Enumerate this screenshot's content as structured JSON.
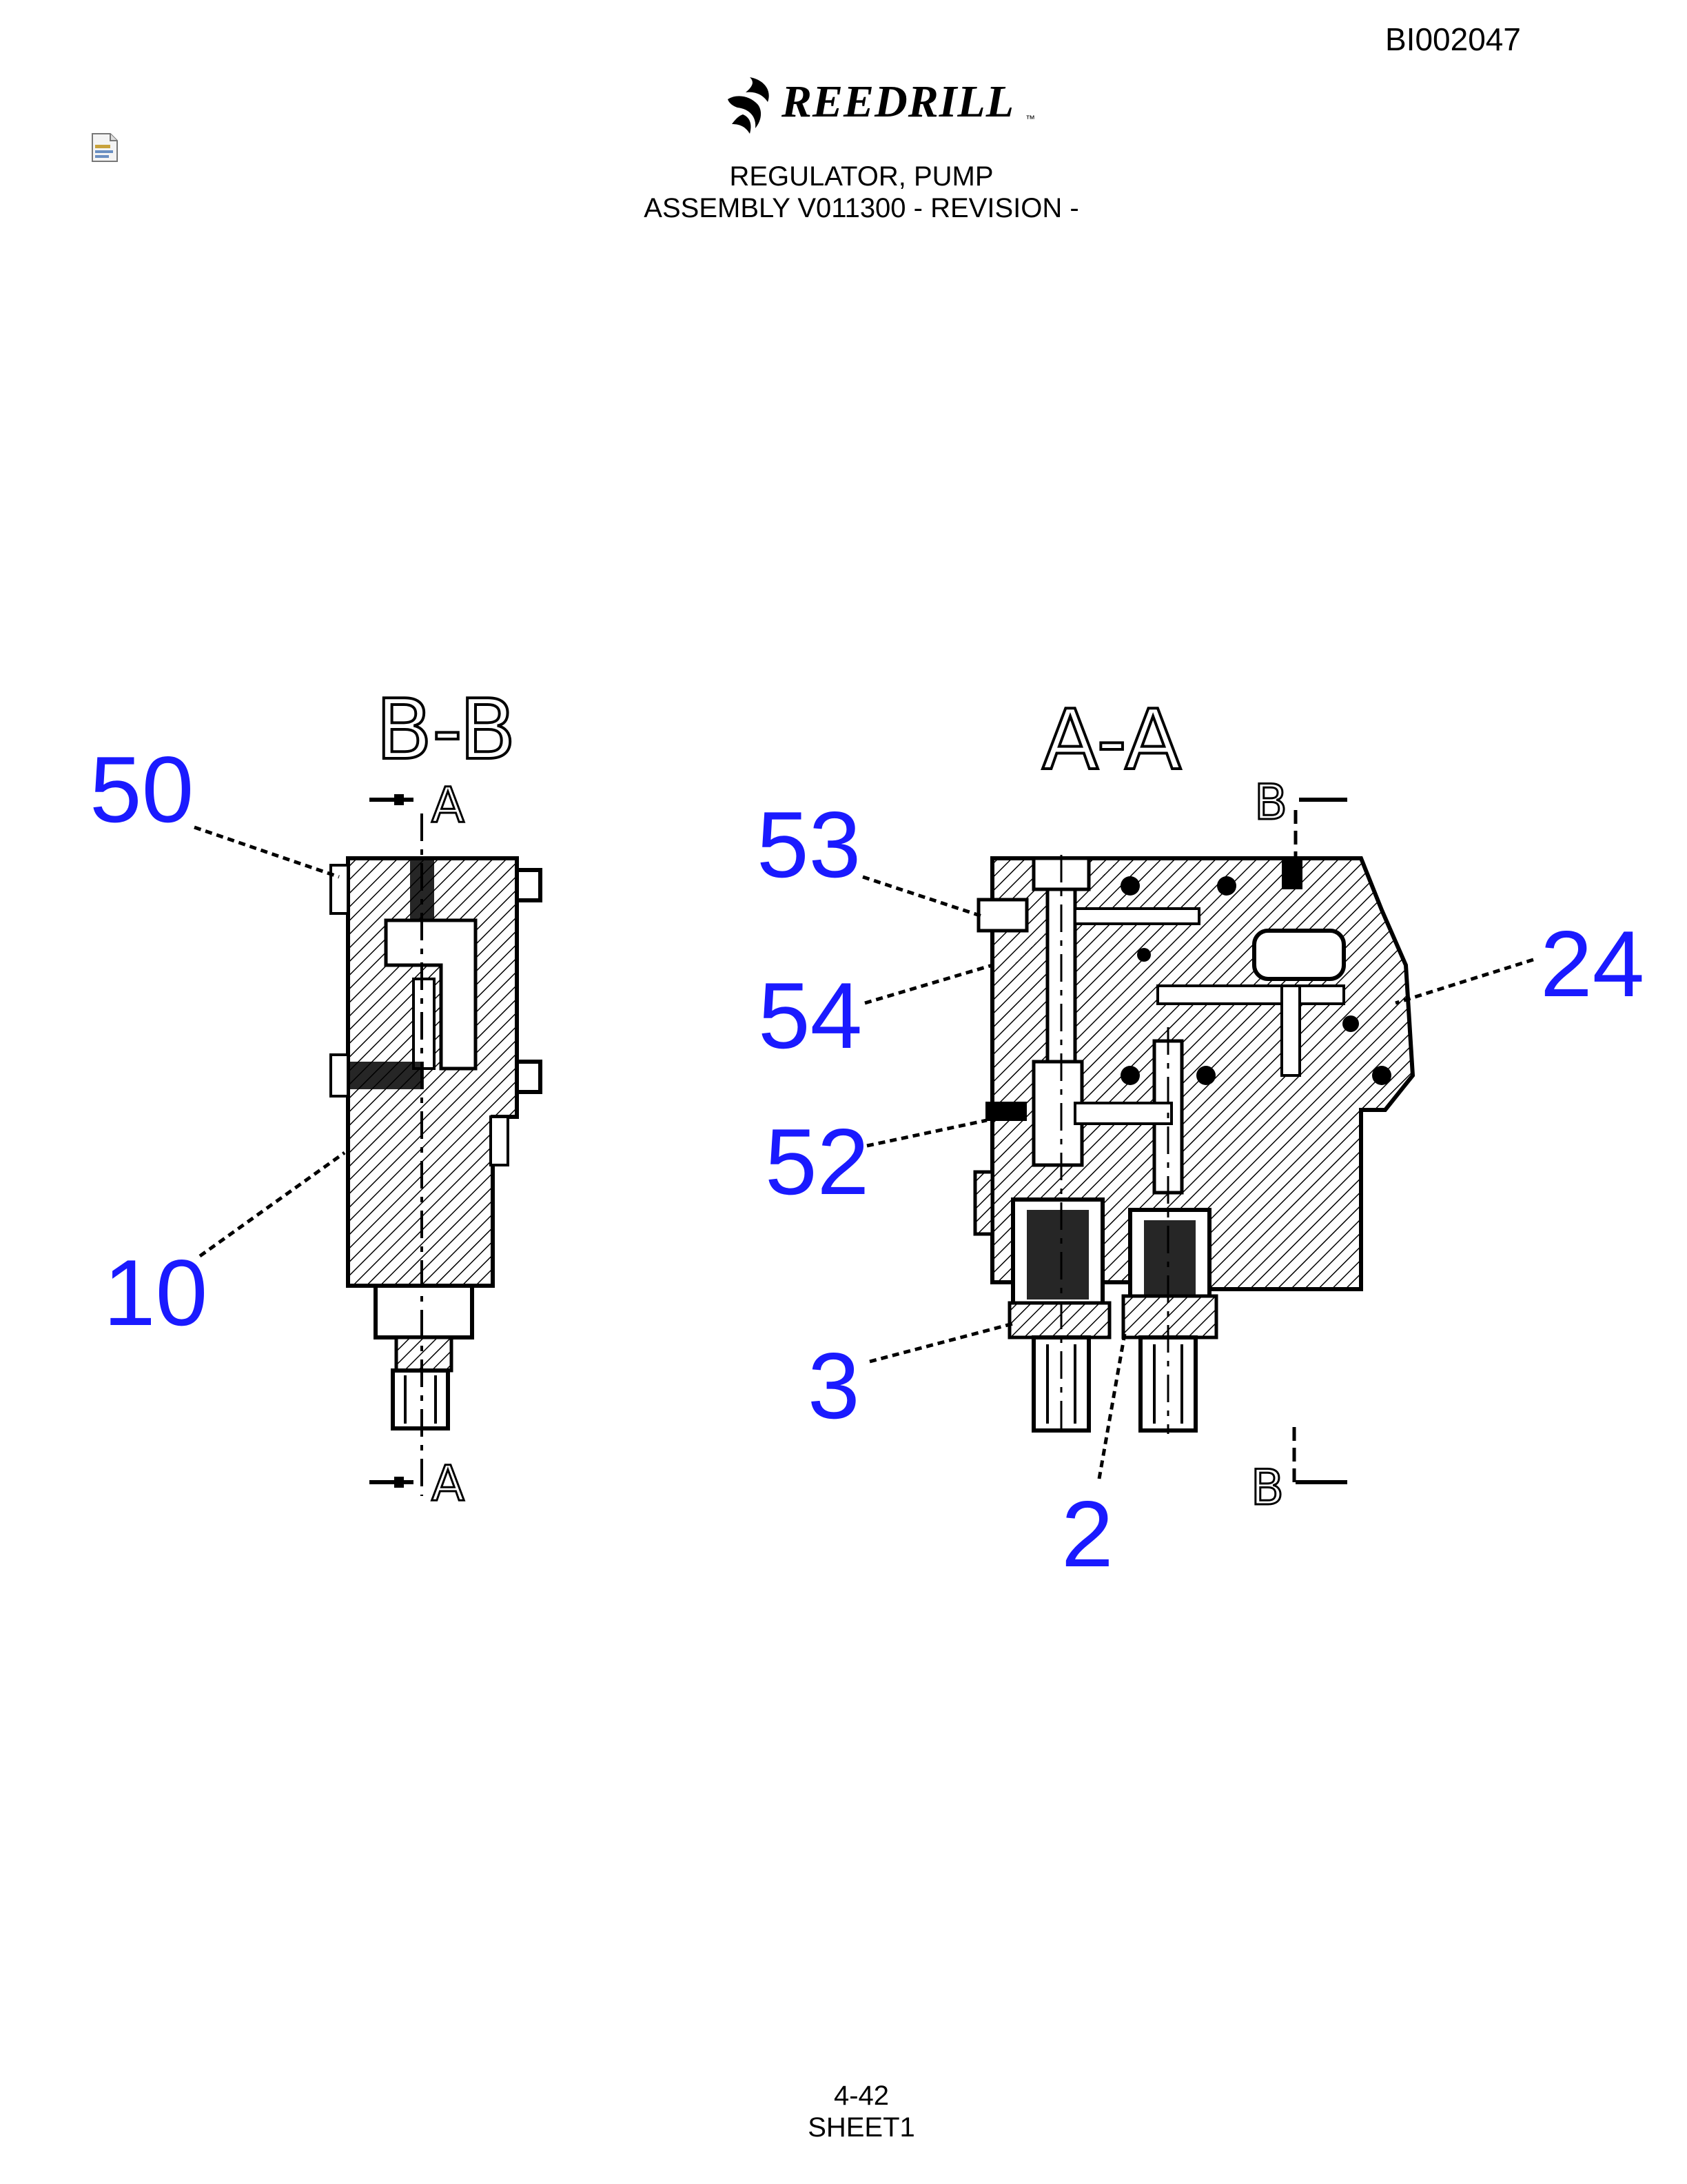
{
  "document": {
    "doc_id": "BI002047",
    "brand": "REEDRILL",
    "trademark": "™",
    "title_line1": "REGULATOR, PUMP",
    "title_line2": "ASSEMBLY V011300 - REVISION -",
    "page_number": "4-42",
    "sheet": "SHEET1"
  },
  "icons": {
    "document": "document-icon",
    "logo": "reedrill-swirl-icon"
  },
  "colors": {
    "callout": "#1a1aff",
    "line": "#000000",
    "background": "#ffffff"
  },
  "views": {
    "section_b": "B-B",
    "section_a": "A-A",
    "marker_a": "A",
    "marker_b": "B"
  },
  "callouts": {
    "c50": "50",
    "c10": "10",
    "c53": "53",
    "c54": "54",
    "c52": "52",
    "c3": "3",
    "c2": "2",
    "c24": "24"
  }
}
